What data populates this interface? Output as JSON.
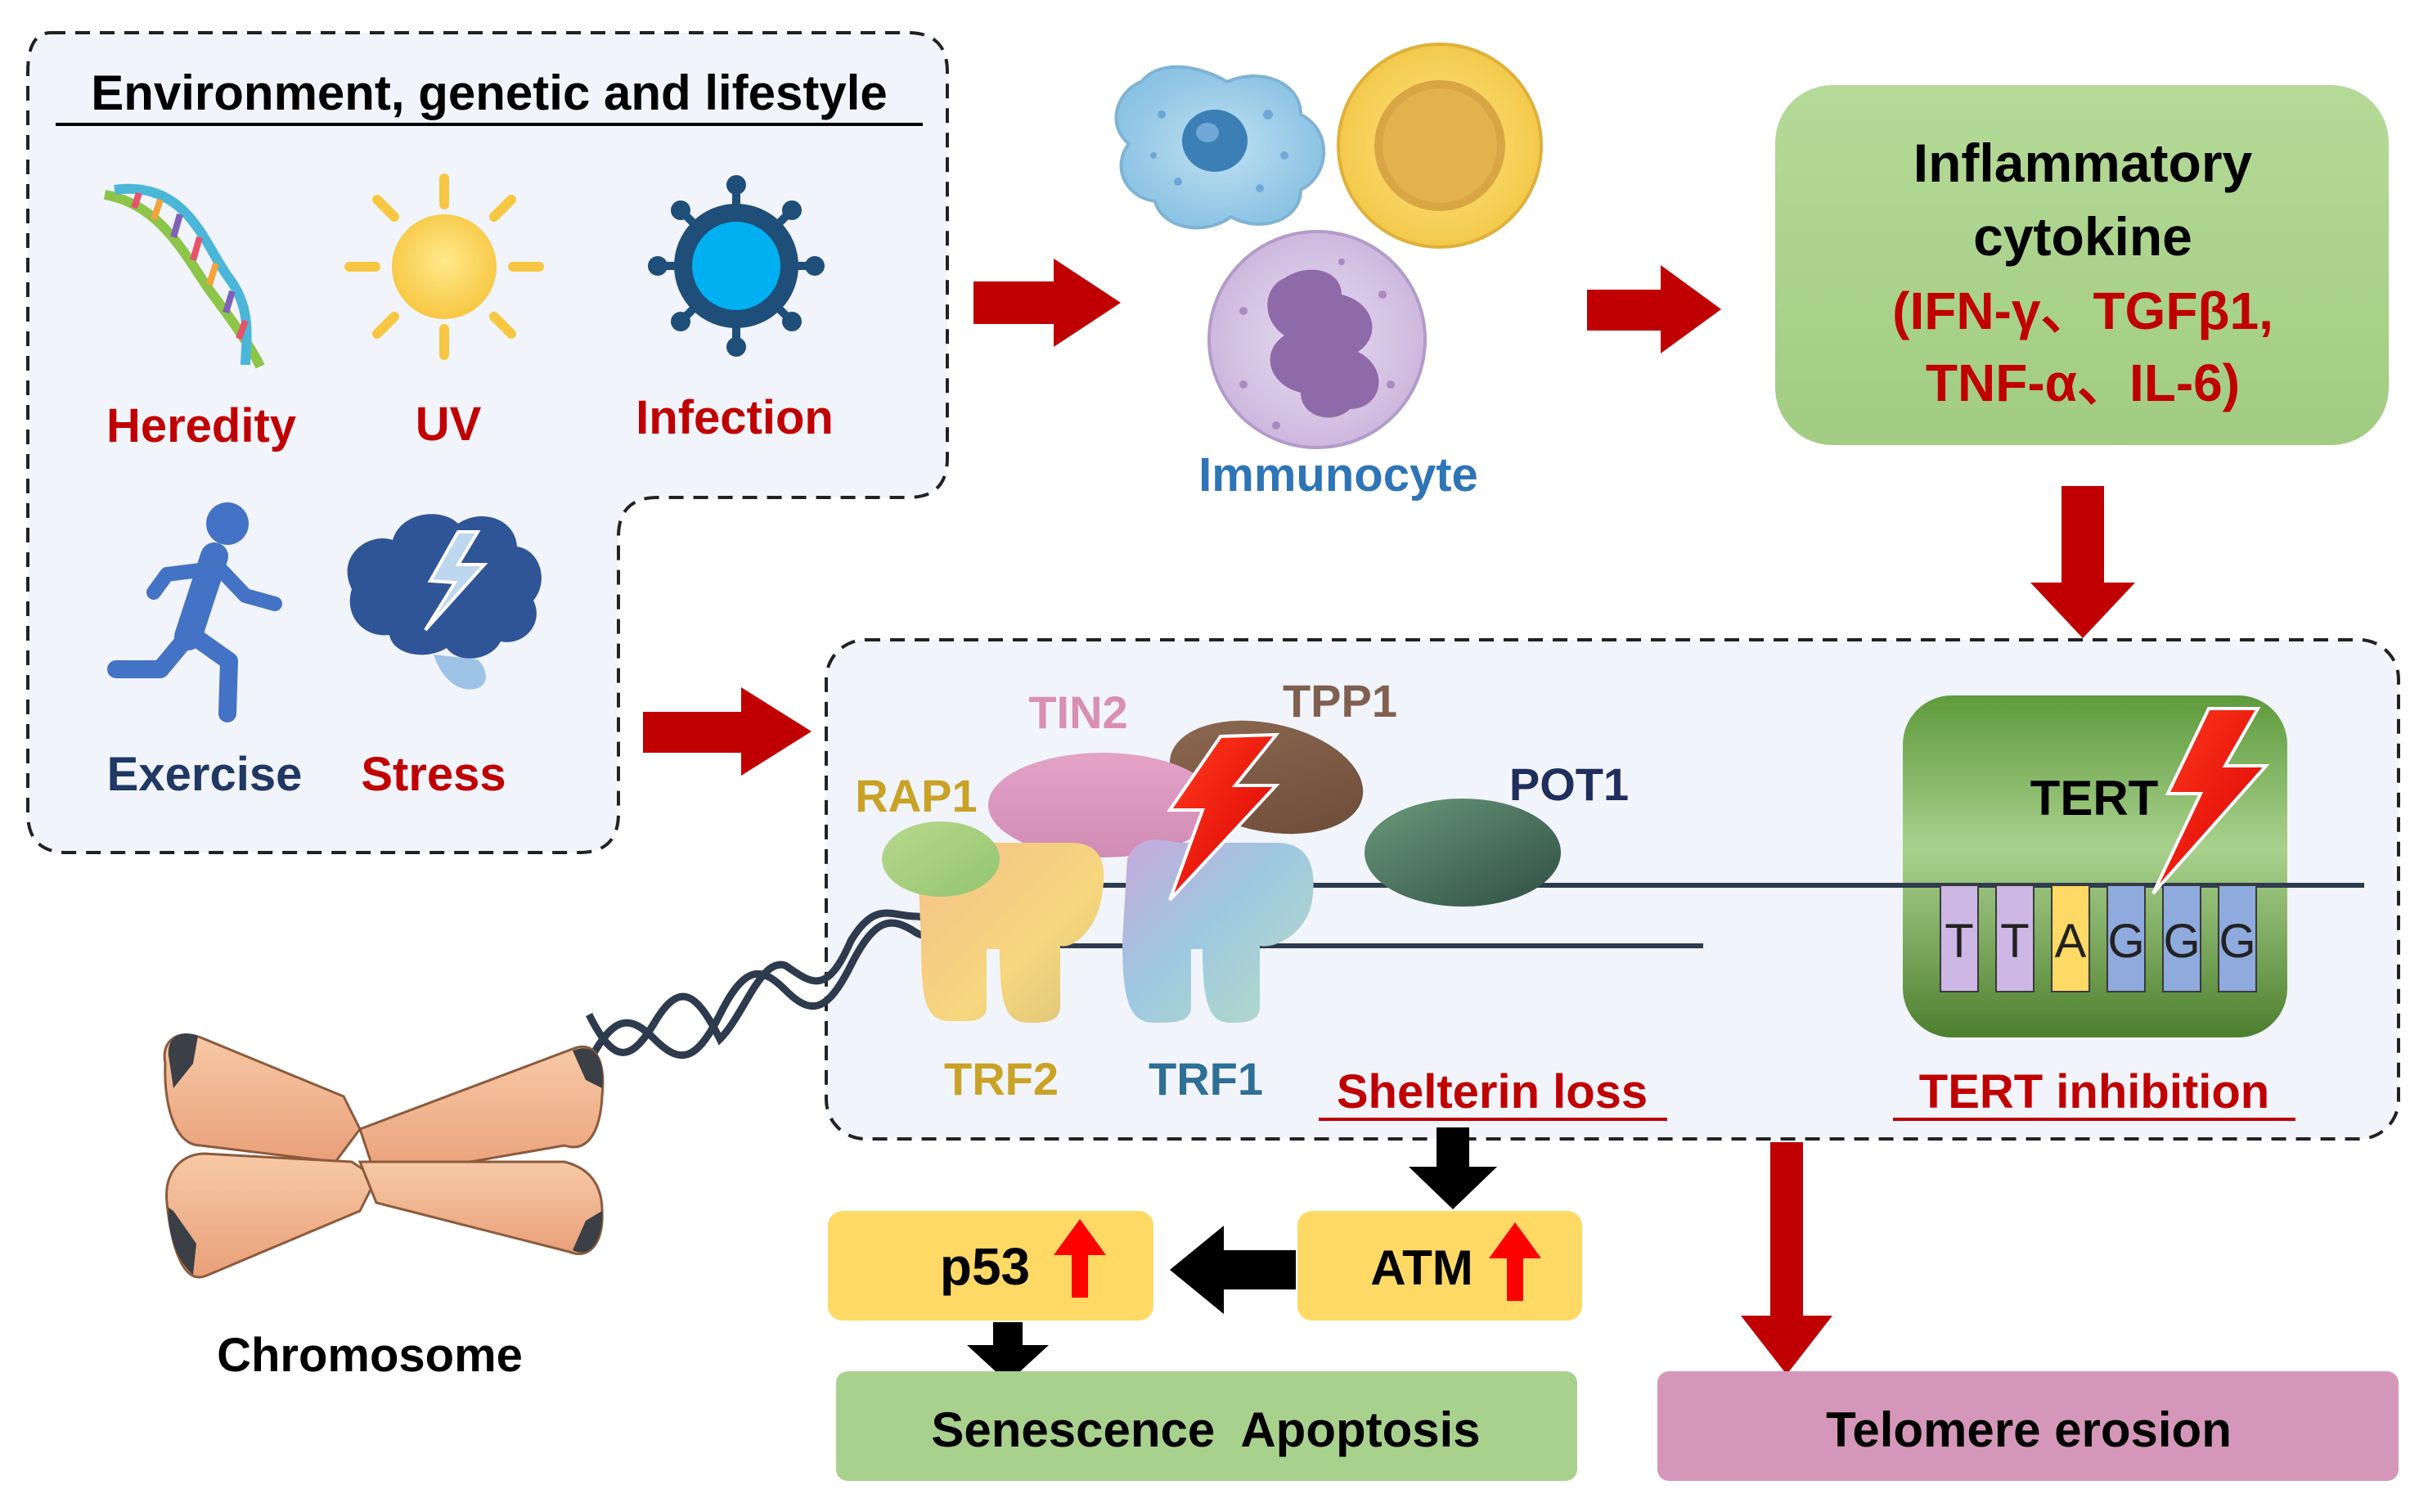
{
  "factors_box": {
    "title": "Environment, genetic and lifestyle",
    "items": [
      {
        "label": "Heredity",
        "icon": "dna-icon",
        "color": "#C00000"
      },
      {
        "label": "UV",
        "icon": "sun-icon",
        "color": "#C00000"
      },
      {
        "label": "Infection",
        "icon": "virus-icon",
        "color": "#C00000"
      },
      {
        "label": "Exercise",
        "icon": "runner-icon",
        "color": "#1F3864"
      },
      {
        "label": "Stress",
        "icon": "brain-lightning-icon",
        "color": "#C00000"
      }
    ]
  },
  "immunocyte": {
    "label": "Immunocyte",
    "color": "#2E75B6"
  },
  "cytokine_box": {
    "title_line1": "Inflammatory",
    "title_line2": "cytokine",
    "list_line1": "(IFN-γ、TGFβ1,",
    "list_line2": "TNF-α、IL-6)",
    "fill": "#A9D18E"
  },
  "shelterin": {
    "proteins": [
      {
        "label": "TIN2",
        "color": "#D98FB4"
      },
      {
        "label": "TPP1",
        "color": "#7F6050"
      },
      {
        "label": "POT1",
        "color": "#1F2E5C"
      },
      {
        "label": "RAP1",
        "color": "#C9A227"
      },
      {
        "label": "TRF2",
        "color": "#C9A227"
      },
      {
        "label": "TRF1",
        "color": "#2E6F95"
      }
    ],
    "loss_label": "Shelterin loss"
  },
  "tert": {
    "label": "TERT",
    "bases": [
      "T",
      "T",
      "A",
      "G",
      "G",
      "G"
    ],
    "inhibition_label": "TERT inhibition"
  },
  "chromosome": {
    "label": "Chromosome"
  },
  "p53": {
    "label": "p53"
  },
  "atm": {
    "label": "ATM"
  },
  "outcome_senescence": {
    "label": "Senescence  Apoptosis"
  },
  "outcome_erosion": {
    "label": "Telomere erosion"
  },
  "colors": {
    "arrow_red": "#C00000",
    "arrow_black": "#000000",
    "yellow_box": "#FFD966",
    "green_box": "#A9D18E",
    "pink_box": "#D597B9",
    "dashed_fill": "#F1F4FA"
  }
}
